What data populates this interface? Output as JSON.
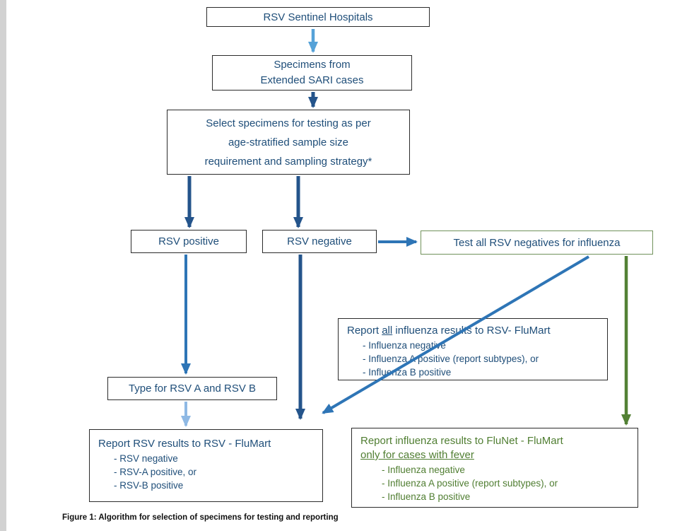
{
  "figure": {
    "caption": "Figure 1: Algorithm for selection of specimens for testing and reporting"
  },
  "nodes": {
    "sentinel": {
      "label": "RSV Sentinel Hospitals"
    },
    "specimens": {
      "line1": "Specimens from",
      "line2": "Extended SARI cases"
    },
    "select": {
      "line1": "Select specimens for testing as per",
      "line2": "age-stratified sample size",
      "line3": "requirement and sampling strategy*"
    },
    "rsv_positive": {
      "label": "RSV positive"
    },
    "rsv_negative": {
      "label": "RSV negative"
    },
    "test_influenza": {
      "label": "Test all RSV negatives for influenza"
    },
    "type_rsv": {
      "label": "Type for RSV A and RSV B"
    },
    "report_rsv": {
      "title": "Report RSV results to RSV - FluMart",
      "items": [
        "- RSV negative",
        "- RSV-A positive, or",
        "- RSV-B positive"
      ]
    },
    "report_flumart": {
      "title_pre": "Report ",
      "title_underline": "all",
      "title_post": " influenza results to RSV- FluMart",
      "items": [
        "- Influenza negative",
        "- Influenza A positive (report subtypes), or",
        "- Influenza B positive"
      ]
    },
    "report_flunet": {
      "title_line1": "Report influenza results to FluNet - FluMart",
      "title_line2": "only for cases with fever",
      "items": [
        "- Influenza negative",
        "- Influenza A positive (report subtypes), or",
        "- Influenza B positive"
      ]
    }
  },
  "colors": {
    "navy": "#24548B",
    "blue": "#2E75B6",
    "sky": "#56A2D8",
    "pale": "#8FB9E4",
    "green": "#538135",
    "text_blue": "#1F4E79",
    "text_green": "#507E32"
  }
}
